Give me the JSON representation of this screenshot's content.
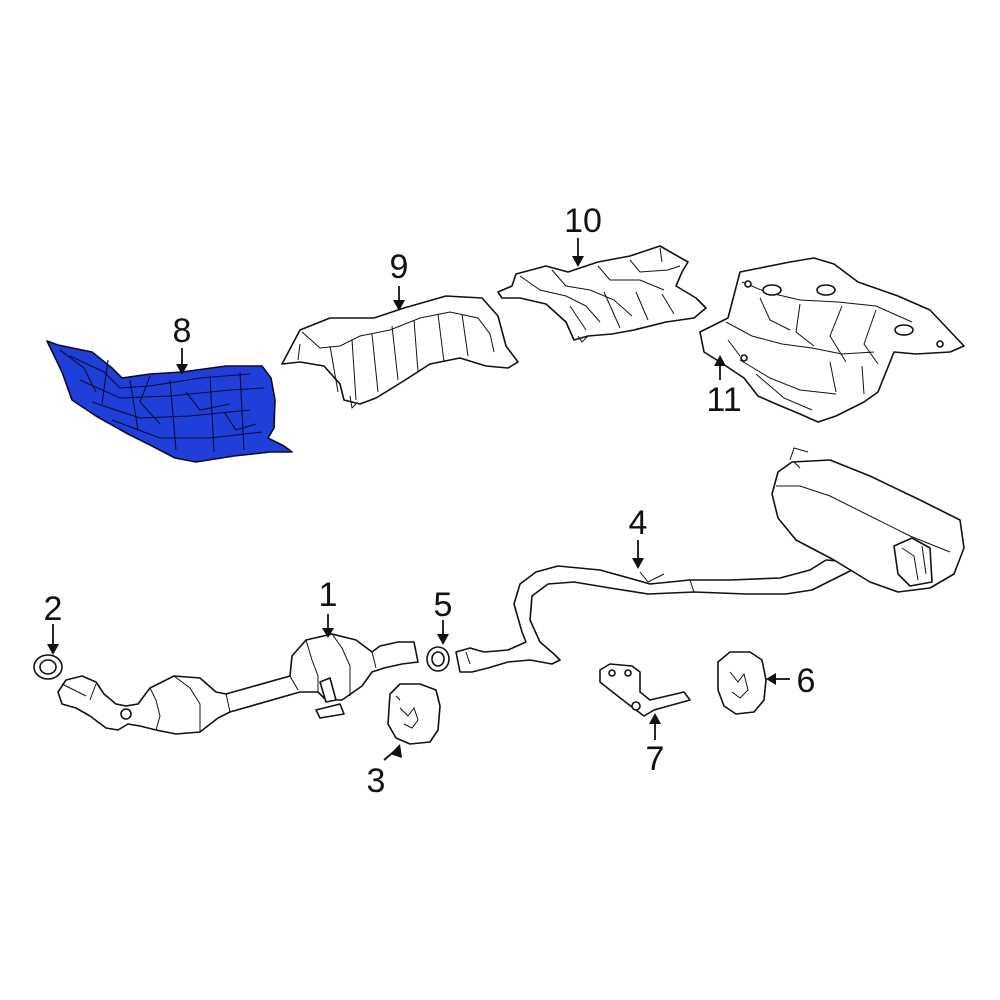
{
  "diagram": {
    "highlight_color": "#1f3fd8",
    "line_color": "#111111",
    "background": "#ffffff",
    "callouts": {
      "c1": "1",
      "c2": "2",
      "c3": "3",
      "c4": "4",
      "c5": "5",
      "c6": "6",
      "c7": "7",
      "c8": "8",
      "c9": "9",
      "c10": "10",
      "c11": "11"
    }
  }
}
